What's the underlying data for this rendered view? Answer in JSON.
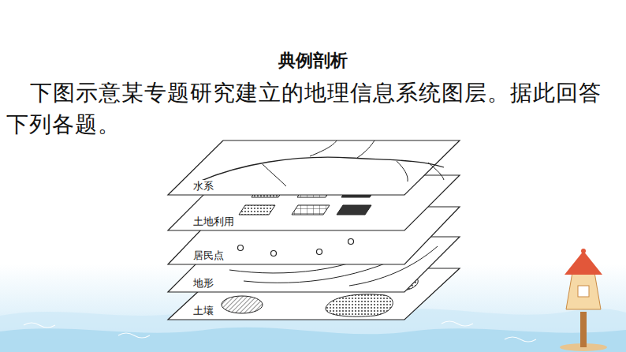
{
  "diagram": {
    "title": "典例剖析",
    "nodes": [
      {
        "text": [
          "水系"
        ]
      },
      {
        "text": [
          "土地利用"
        ]
      },
      {
        "text": [
          "居民点"
        ]
      },
      {
        "text": [
          "地形"
        ]
      },
      {
        "text": [
          "土壤"
        ]
      }
    ],
    "labels": [
      "下图示意某专题研究建立的地理信息系统图层。据此回答下列各题。"
    ]
  }
}
